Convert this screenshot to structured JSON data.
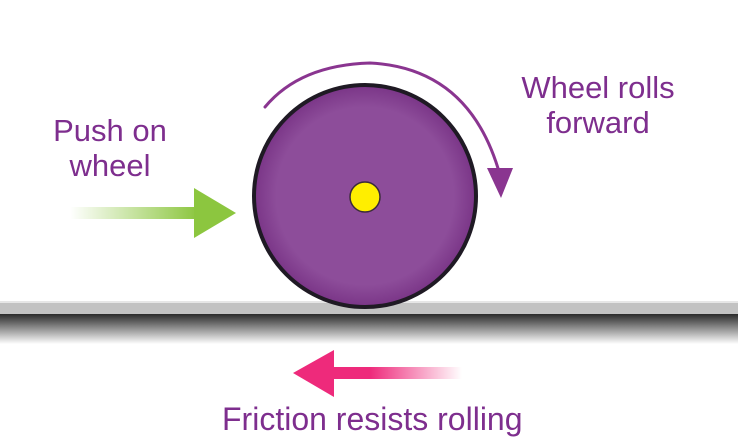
{
  "labels": {
    "push": [
      "Push on",
      "wheel"
    ],
    "rolls": [
      "Wheel rolls",
      "forward"
    ],
    "friction": "Friction resists rolling"
  },
  "colors": {
    "wheel": "#8a4a97",
    "wheel_outline": "#1f1a24",
    "axle": "#ffee00",
    "text": "#7e2e8e",
    "push_arrow": "#8cc63f",
    "friction_arrow": "#ee2a7b",
    "rotation_arrow": "#8a3590",
    "ground": "#c0c0c0"
  }
}
